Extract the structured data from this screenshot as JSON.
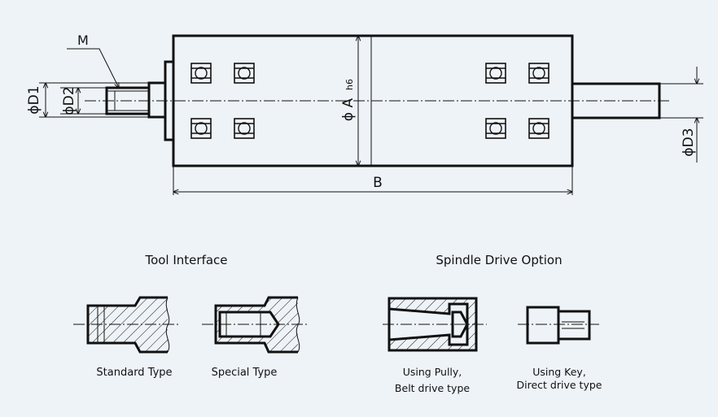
{
  "main_drawing": {
    "label_m": "M",
    "label_d1": "ϕD1",
    "label_d2": "ϕD2",
    "label_d3": "ϕD3",
    "label_a": "ϕ A",
    "label_h6": "h6",
    "label_b": "B"
  },
  "tool_interface": {
    "heading": "Tool Interface",
    "standard_caption": "Standard Type",
    "special_caption": "Special Type"
  },
  "spindle_drive": {
    "heading": "Spindle Drive Option",
    "pully_caption_line1": "Using Pully,",
    "pully_caption_line2": "Belt drive type",
    "key_caption_line1": "Using Key,",
    "key_caption_line2": "Direct drive type"
  },
  "colors": {
    "background": "#eef3f8",
    "line": "#111111"
  }
}
